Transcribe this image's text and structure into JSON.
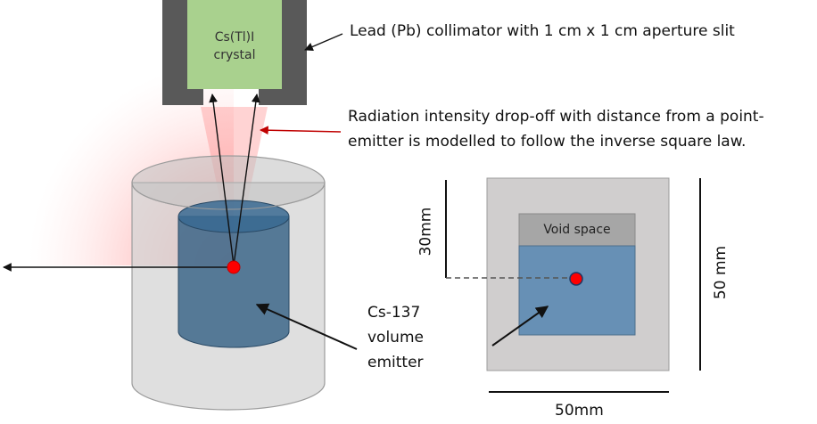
{
  "crystal": {
    "line1": "Cs(Tl)I",
    "line2": "crystal"
  },
  "labels": {
    "collimator": "Lead (Pb) collimator with 1 cm x 1 cm aperture slit",
    "radiation_line1": "Radiation intensity drop-off with distance from a point-",
    "radiation_line2": "emitter is modelled to follow the inverse square law.",
    "emitter_line1": "Cs-137",
    "emitter_line2": "volume",
    "emitter_line3": "emitter"
  },
  "cross_section": {
    "void_label": "Void space",
    "depth_label": "30mm",
    "height_label": "50 mm",
    "width_label": "50mm"
  },
  "colors": {
    "lead": "#595959",
    "crystal": "#a9d18e",
    "cylinder_outer": "#d0d0d0",
    "cylinder_inner": "#2e5c82",
    "emitter_fill": "#6790b5",
    "void": "#a6a6a6",
    "point": "#ff0000",
    "radiation": "#ff6f6f",
    "arrow_red": "#c00000"
  }
}
